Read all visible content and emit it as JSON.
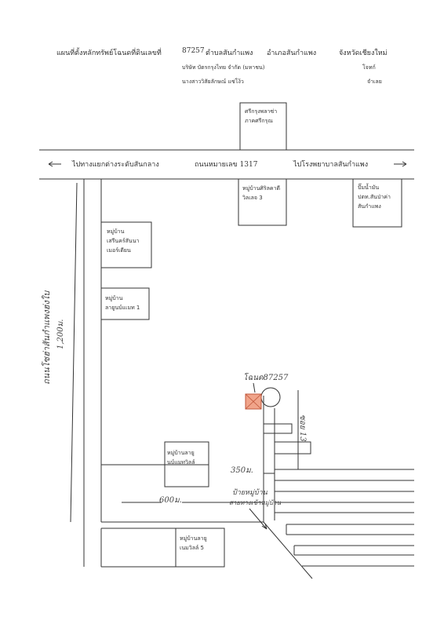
{
  "header": {
    "title": "แผนที่ตั้งหลักทรัพย์โฉนดที่ดินเลขที่",
    "deed_no": "87257",
    "subdistrict": "ตำบลสันกำแพง",
    "district": "อำเภอสันกำแพง",
    "province": "จังหวัดเชียงใหม่",
    "party1": "บริษัท บัตรกรุงไทย จำกัด (มหาชน)",
    "party1_role": "โจทก์",
    "party2": "นางสาววิสัยลักษณ์ แซ่โง้ว",
    "party2_role": "จำเลย"
  },
  "road": {
    "left": "ไปทางแยกต่างระดับสันกลาง",
    "name": "ถนนหมายเลข 1317",
    "right": "ไปโรงพยาบาลสันกำแพง"
  },
  "places": {
    "bank": [
      "ศรีกรุงพลาซ่า",
      "ภาคศรีกรุณ"
    ],
    "village_siri": [
      "หมู่บ้านศิริลคาดี",
      "วิลเลจ 3"
    ],
    "gas": [
      "ปั๊มน้ำมัน",
      "ปตท.สันป่าค่า",
      "สันกำแพง"
    ],
    "village_sarin": [
      "หมู่บ้าน",
      "เสรีนคร์สันนา",
      "เมอร์เดียน"
    ],
    "village_kayu1": [
      "หมู่บ้าน",
      "ลายูนบ์แเมท 1"
    ],
    "village_kayu_park": [
      "หมู่บ้านลายู",
      "นบ์แมทวิลล์"
    ],
    "village_kayu5": [
      "หมู่บ้านลายู",
      "เนมวิลล์ 5"
    ]
  },
  "annotations": {
    "side_road": "ถนนโซฮ่าสันกำแพงฮ่งใบ",
    "dist_1200": "1,200ม.",
    "deed_label": "โฉนด87257",
    "soi": "ซอย 13",
    "dist_350": "350ม.",
    "dist_600": "600ม.",
    "village_sign": "ป้ายหมู่บ้าน",
    "village_sign2": "สายทางเข้าหมู่บ้าน"
  },
  "colors": {
    "ink": "#333333",
    "plot_fill": "#f0a48a",
    "plot_stroke": "#c0563a"
  }
}
